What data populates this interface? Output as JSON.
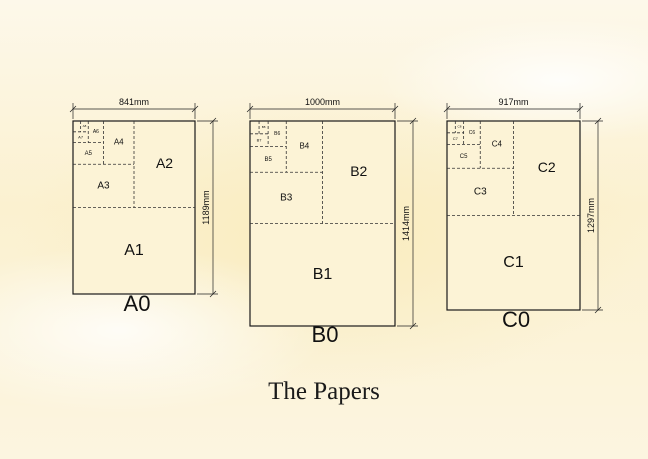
{
  "title": "The Papers",
  "series": [
    {
      "id": "A",
      "label": "A0",
      "width_label": "841mm",
      "height_label": "1189mm",
      "cells": [
        "A1",
        "A2",
        "A3",
        "A4",
        "A5",
        "A6",
        "A7",
        "A8"
      ]
    },
    {
      "id": "B",
      "label": "B0",
      "width_label": "1000mm",
      "height_label": "1414mm",
      "cells": [
        "B1",
        "B2",
        "B3",
        "B4",
        "B5",
        "B6",
        "B7",
        "B8"
      ]
    },
    {
      "id": "C",
      "label": "C0",
      "width_label": "917mm",
      "height_label": "1297mm",
      "cells": [
        "C1",
        "C2",
        "C3",
        "C4",
        "C5",
        "C6",
        "C7",
        "C8"
      ]
    }
  ]
}
